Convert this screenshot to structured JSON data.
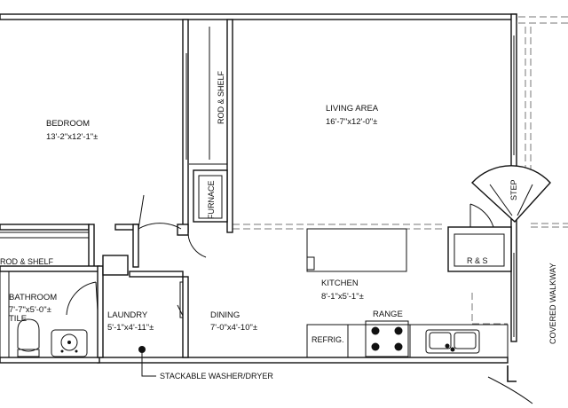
{
  "rooms": {
    "bedroom": {
      "name": "BEDROOM",
      "dims": "13'-2\"x12'-1\"±"
    },
    "living": {
      "name": "LIVING AREA",
      "dims": "16'-7\"x12'-0\"±"
    },
    "kitchen": {
      "name": "KITCHEN",
      "dims": "8'-1\"x5'-1\"±"
    },
    "bathroom": {
      "name": "BATHROOM",
      "dims": "7'-7\"x5'-0\"±",
      "extra": "TILE"
    },
    "laundry": {
      "name": "LAUNDRY",
      "dims": "5'-1\"x4'-11\"±"
    },
    "dining": {
      "name": "DINING",
      "dims": "7'-0\"x4'-10\"±"
    }
  },
  "labels": {
    "rod_shelf_closet": "ROD & SHELF",
    "rod_shelf_bed": "ROD & SHELF",
    "furnace": "FURNACE",
    "step": "STEP",
    "rs": "R & S",
    "refrig": "REFRIG.",
    "range": "RANGE",
    "washer_dryer": "STACKABLE WASHER/DRYER",
    "covered_walkway": "COVERED WALKWAY"
  }
}
